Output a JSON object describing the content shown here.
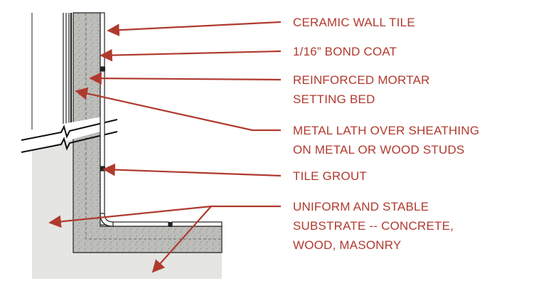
{
  "labels": {
    "ceramic_wall_tile": "CERAMIC WALL TILE",
    "bond_coat": "1/16” BOND COAT",
    "mortar_line1": "REINFORCED MORTAR",
    "mortar_line2": "SETTING BED",
    "lath_line1": "METAL LATH OVER SHEATHING",
    "lath_line2": "ON METAL OR WOOD STUDS",
    "tile_grout": "TILE GROUT",
    "substrate_line1": "UNIFORM AND STABLE",
    "substrate_line2": "SUBSTRATE -- CONCRETE,",
    "substrate_line3": "WOOD, MASONRY"
  },
  "colors": {
    "callout": "#b03a2e",
    "substrate": "#e5e5e3",
    "mortar": "#b9b9b6",
    "linework": "#222222"
  }
}
